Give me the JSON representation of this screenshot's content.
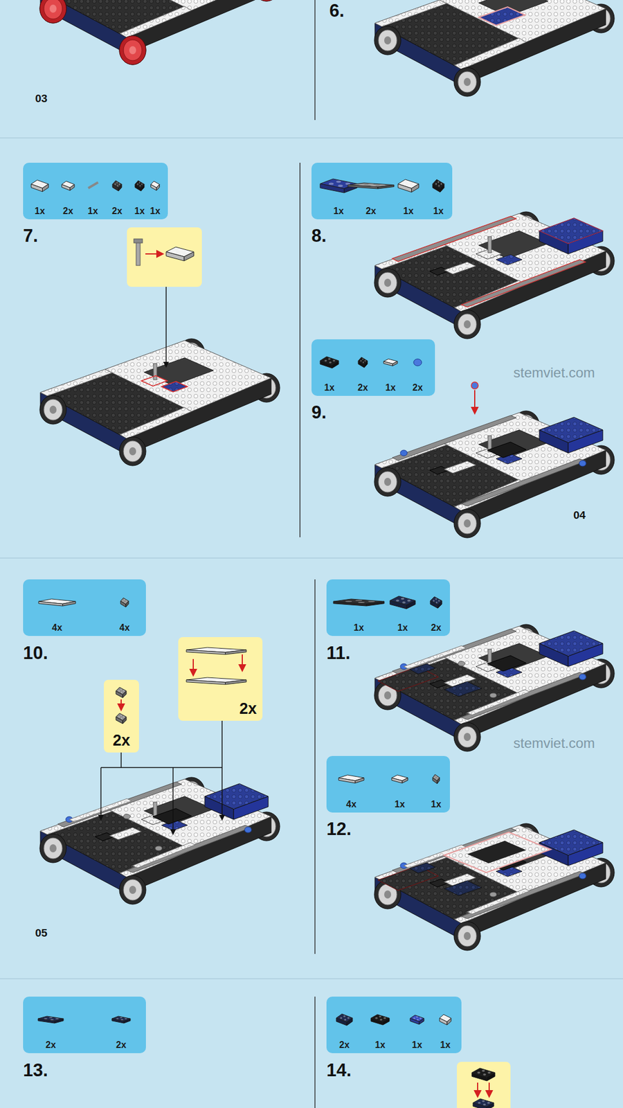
{
  "diagram": {
    "nodes": [
      {
        "text": [
          "1x",
          "2x",
          "1x",
          "2x",
          "1x",
          "1x"
        ]
      },
      {
        "text": [
          "1x",
          "2x",
          "1x",
          "1x"
        ]
      },
      {
        "text": [
          "1x",
          "2x",
          "1x",
          "2x"
        ]
      },
      {
        "text": [
          "4x",
          "4x"
        ]
      },
      {
        "text": [
          "2x"
        ]
      },
      {
        "text": [
          "2x"
        ]
      },
      {
        "text": [
          "1x",
          "1x",
          "2x"
        ]
      },
      {
        "text": [
          "4x",
          "1x",
          "1x"
        ]
      },
      {
        "text": [
          "2x",
          "2x"
        ]
      },
      {
        "text": [
          "2x",
          "1x",
          "1x",
          "1x"
        ]
      }
    ],
    "labels": [
      "6.",
      "03",
      "7.",
      "8.",
      "9.",
      "stemviet.com",
      "04",
      "10.",
      "11.",
      "stemviet.com",
      "12.",
      "05",
      "13.",
      "14."
    ]
  }
}
